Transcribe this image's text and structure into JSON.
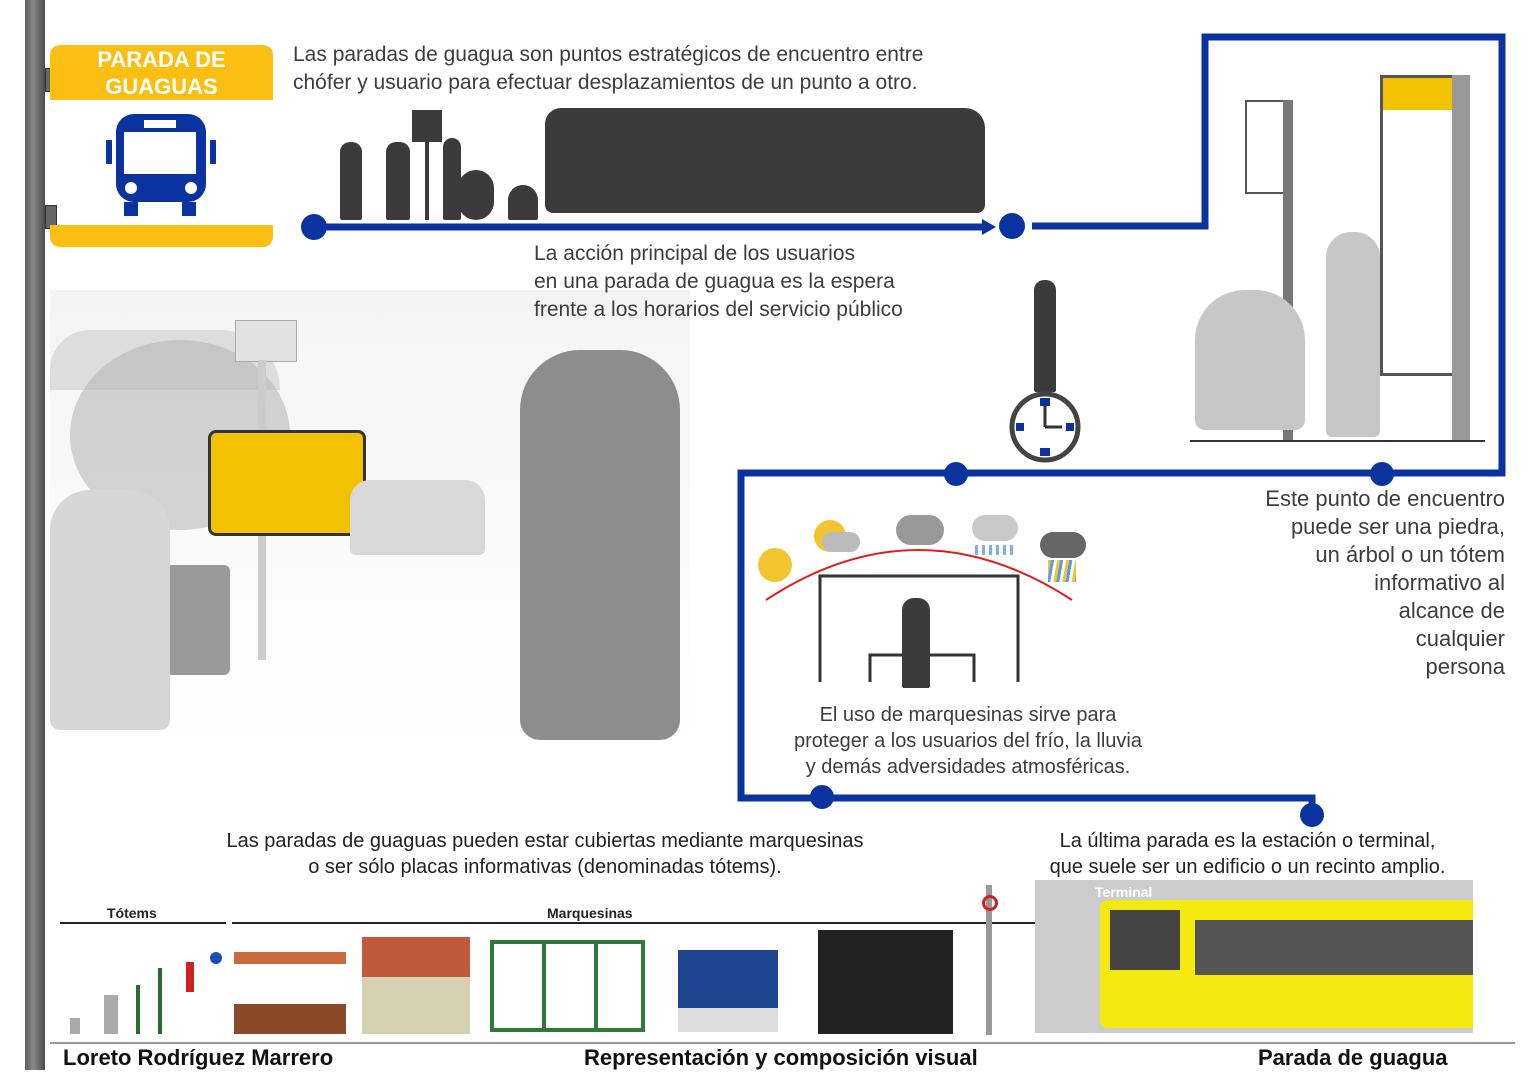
{
  "header": {
    "title_line1": "PARADA DE",
    "title_line2": "GUAGUAS",
    "icon": "bus-icon"
  },
  "intro_text": {
    "line1": "Las paradas de guagua son puntos estratégicos  de encuentro entre",
    "line2": "chófer y usuario para efectuar desplazamientos de un punto a otro."
  },
  "waiting_text": {
    "line1": "La acción principal de los usuarios",
    "line2": "en una parada de guagua es la espera",
    "line3": "frente a los horarios del servicio público"
  },
  "meeting_point_text": {
    "line1": "Este punto de encuentro",
    "line2": "puede ser una piedra,",
    "line3": "un árbol o un tótem",
    "line4": "informativo al",
    "line5": "alcance de",
    "line6": "cualquier",
    "line7": "persona"
  },
  "shelter_text": {
    "line1": "El uso de  marquesinas sirve para",
    "line2": "proteger a los usuarios del frío, la lluvia",
    "line3": "y demás adversidades  atmosféricas."
  },
  "types_text": {
    "line1": "Las paradas de guaguas pueden estar cubiertas mediante marquesinas",
    "line2": "o  ser sólo placas informativas (denominadas tótems)."
  },
  "terminal_text": {
    "line1": "La última parada es la estación o terminal,",
    "line2": "que suele ser un edificio o un recinto amplio."
  },
  "labels": {
    "totems": "Tótems",
    "marquesinas": "Marquesinas",
    "terminal": "Terminal"
  },
  "footer": {
    "author": "Loreto Rodríguez Marrero",
    "course": "Representación y composición visual",
    "topic": "Parada de guagua"
  },
  "colors": {
    "accent_yellow": "#fbbf14",
    "route_blue": "#0a33a0",
    "silhouette": "#3b3b3b",
    "rain_arc": "#e21b1b"
  }
}
